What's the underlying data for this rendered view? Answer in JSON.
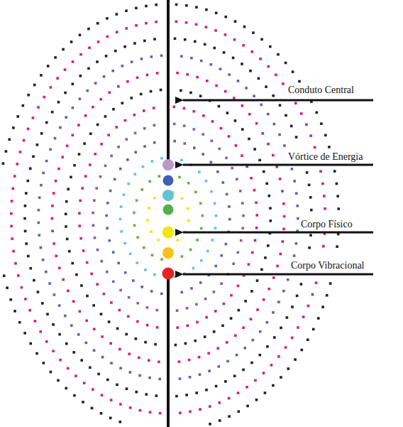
{
  "diagram": {
    "labels": [
      "Conduto Central",
      "Vórtice de Energia",
      "Corpo Físico",
      "Corpo Vibracional"
    ]
  }
}
